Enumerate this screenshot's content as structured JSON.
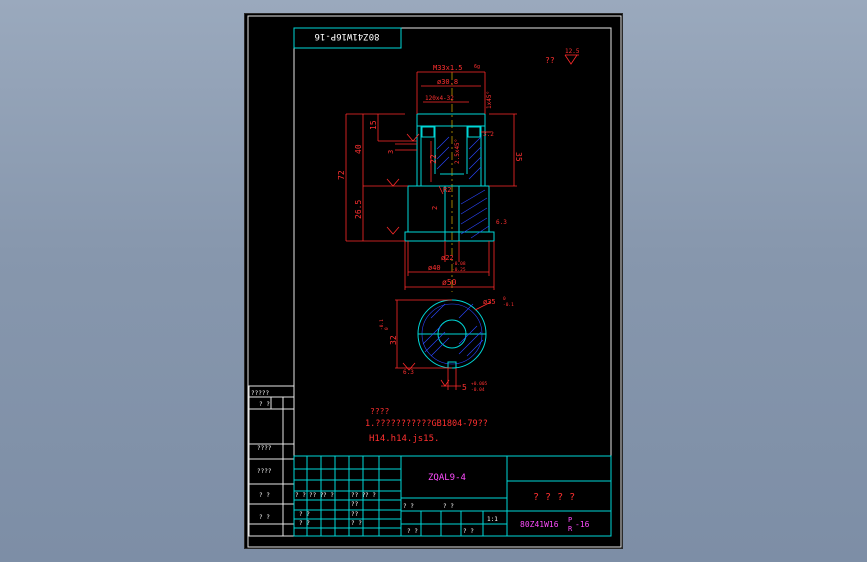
{
  "drawing": {
    "title_rot": "80Z41W16P-16",
    "roughness_note_qm": "??",
    "roughness_val": "12.5",
    "dims": {
      "thread": "M33x1.5",
      "thread_tol": "6g",
      "d30": "ø30.8",
      "groove": "120x4-32",
      "a15": "15",
      "a40": "40",
      "a72": "72",
      "a3": "3",
      "a22": "22",
      "r2": "R2",
      "a2": "2",
      "a265": "26.5",
      "a35": "35",
      "ch1": "1x45°",
      "ch2": "2.5x45°",
      "p22": "ø22",
      "d40": "ø40",
      "d40t": "-0.08",
      "d40b": "-0.25",
      "d50": "ø50",
      "ra32": "3.2",
      "ra63": "6.3",
      "d35": "ø35",
      "d35t": "0",
      "d35b": "-0.1",
      "s32": "32",
      "s32t": "0",
      "s32b": "-0.1",
      "k5": "5",
      "k5t": "+0.005",
      "k5b": "-0.04",
      "k63": "6.3"
    },
    "notes": {
      "heading": "????",
      "line1": "1.???????????GB1804-79??",
      "line2": "H14.h14.js15."
    },
    "title_block": {
      "part_no": "ZQAL9-4",
      "name_qm": "? ? ? ?",
      "scale": "1:1",
      "drawing_no": "80Z41W16",
      "sup": "P",
      "sub": "R",
      "suffix": "-16"
    },
    "side_block": {
      "r1": "?????",
      "r2": "? ?",
      "r3": "????",
      "r4": "????",
      "r5": "? ?",
      "r6": "? ?"
    },
    "grid_qm": "? ?",
    "grid_qm2": "?? ?",
    "grid_qm3": "??"
  }
}
